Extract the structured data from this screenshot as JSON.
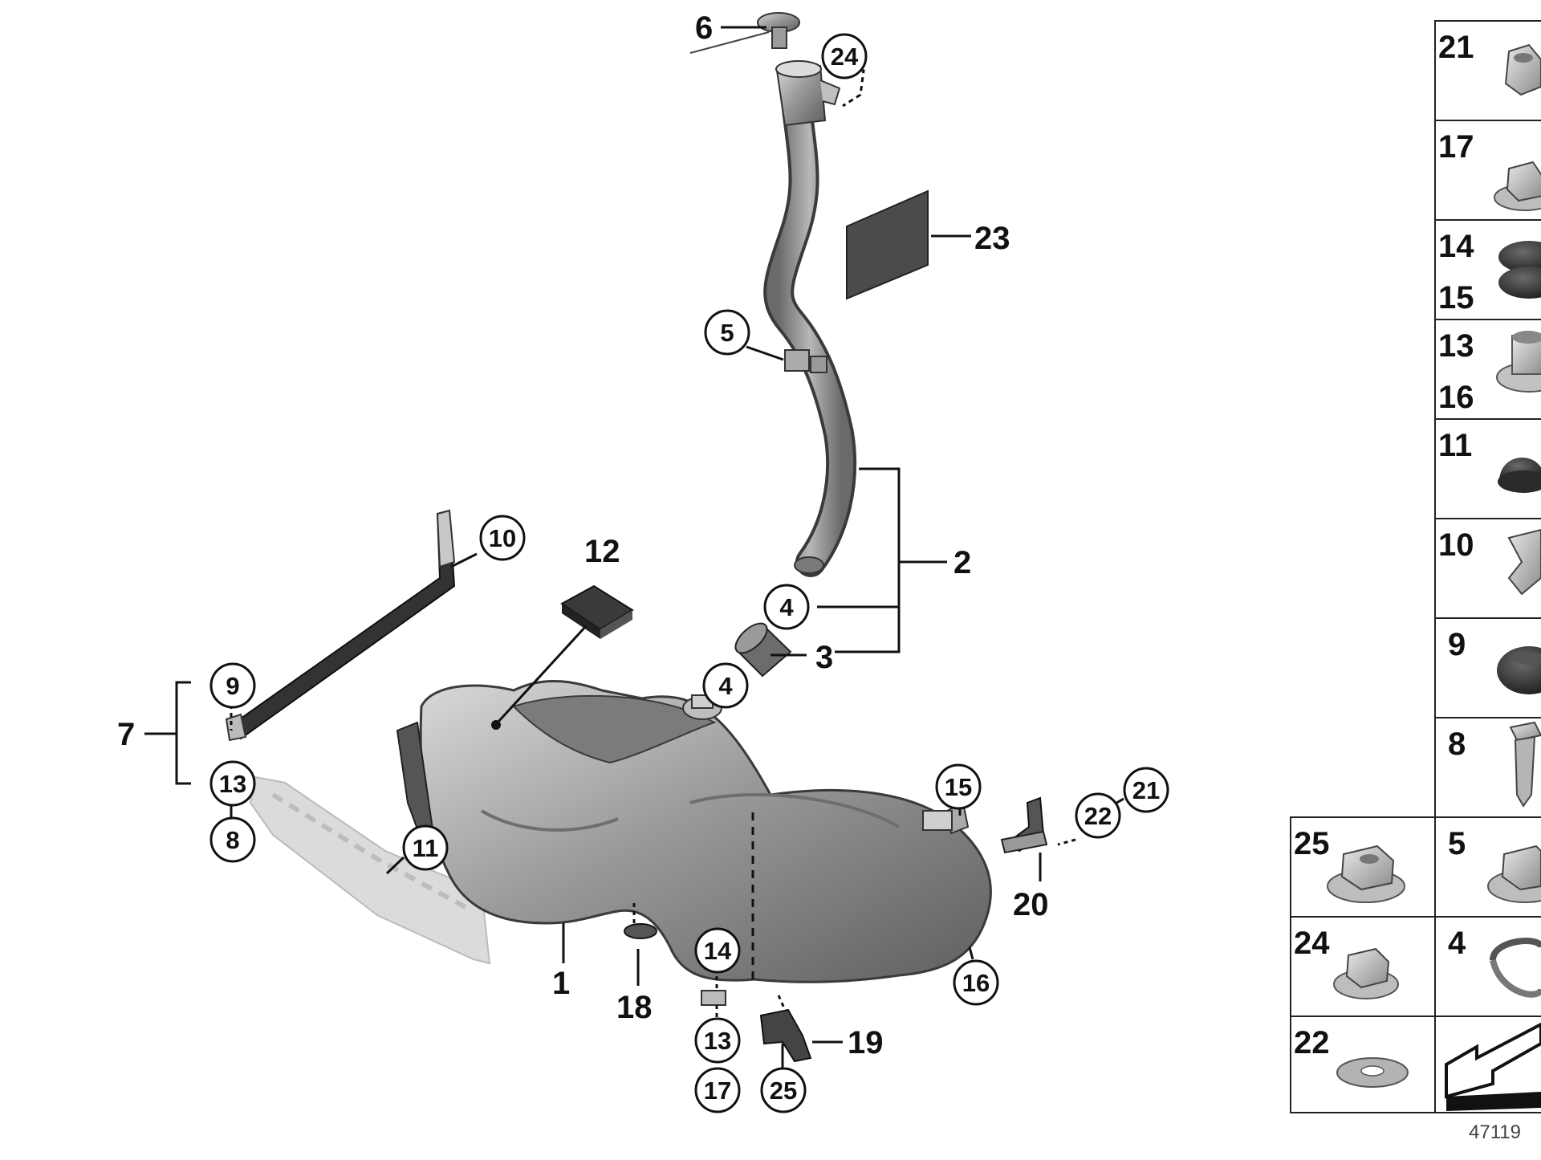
{
  "diagram": {
    "reference_number": "47119",
    "plain_labels": {
      "p1": "1",
      "p2": "2",
      "p3": "3",
      "p6": "6",
      "p7": "7",
      "p12": "12",
      "p18": "18",
      "p19": "19",
      "p20": "20",
      "p23": "23"
    },
    "circled_labels": {
      "c24": "24",
      "c5": "5",
      "c10": "10",
      "c4a": "4",
      "c4b": "4",
      "c9": "9",
      "c13a": "13",
      "c8": "8",
      "c11": "11",
      "c15": "15",
      "c22": "22",
      "c21": "21",
      "c14": "14",
      "c16": "16",
      "c13b": "13",
      "c17": "17",
      "c25": "25"
    },
    "side_panel": {
      "cells": [
        {
          "labels": [
            "21"
          ],
          "icon": "hex-nut-icon"
        },
        {
          "labels": [
            "17"
          ],
          "icon": "flange-nut-icon"
        },
        {
          "labels": [
            "14",
            "15"
          ],
          "icon": "grommet-icon"
        },
        {
          "labels": [
            "13",
            "16"
          ],
          "icon": "spacer-bushing-icon"
        },
        {
          "labels": [
            "11"
          ],
          "icon": "plug-cap-icon"
        },
        {
          "labels": [
            "10"
          ],
          "icon": "clip-icon"
        },
        {
          "labels": [
            "9"
          ],
          "icon": "rubber-grommet-icon"
        },
        {
          "labels": [
            "8"
          ],
          "icon": "bolt-icon"
        },
        {
          "labels": [
            "25"
          ],
          "icon": "collar-nut-icon"
        },
        {
          "labels": [
            "5"
          ],
          "icon": "collar-nut-icon"
        },
        {
          "labels": [
            "24"
          ],
          "icon": "collar-nut-icon"
        },
        {
          "labels": [
            "4"
          ],
          "icon": "hose-clamp-icon"
        },
        {
          "labels": [
            "22"
          ],
          "icon": "washer-icon"
        },
        {
          "labels": [],
          "icon": "direction-arrow-icon"
        }
      ]
    }
  }
}
